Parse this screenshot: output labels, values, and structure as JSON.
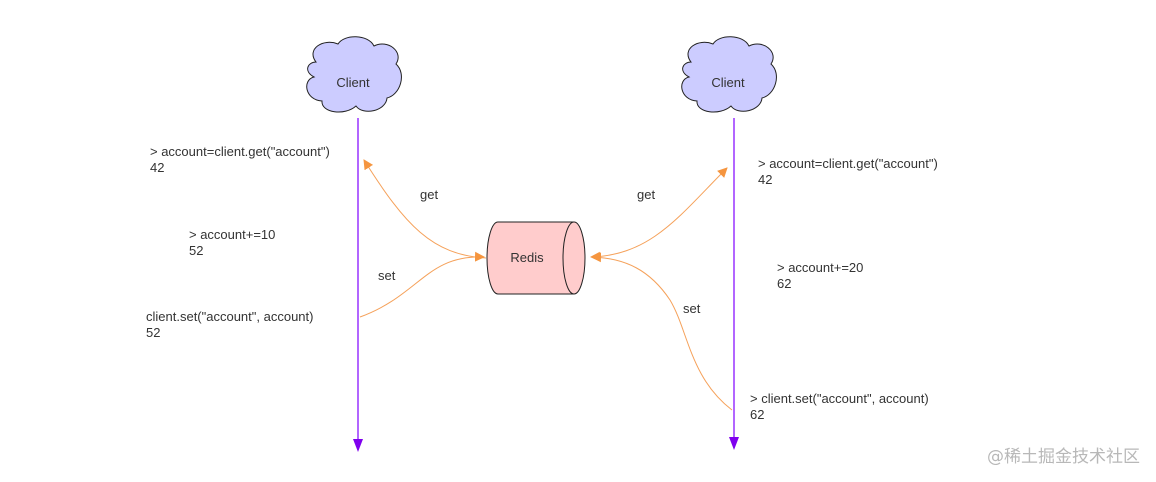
{
  "nodes": {
    "client_left": "Client",
    "client_right": "Client",
    "redis": "Redis"
  },
  "edges": {
    "left_get": "get",
    "left_set": "set",
    "right_get": "get",
    "right_set": "set"
  },
  "left_steps": [
    {
      "cmd": "> account=client.get(\"account\")",
      "result": "42"
    },
    {
      "cmd": "> account+=10",
      "result": "52"
    },
    {
      "cmd": "client.set(\"account\", account)",
      "result": "52"
    }
  ],
  "right_steps": [
    {
      "cmd": "> account=client.get(\"account\")",
      "result": "42"
    },
    {
      "cmd": "> account+=20",
      "result": "62"
    },
    {
      "cmd": "> client.set(\"account\", account)",
      "result": "62"
    }
  ],
  "watermark": "@稀土掘金技术社区",
  "colors": {
    "cloud_fill": "#ccccff",
    "redis_fill": "#ffcccc",
    "timeline": "#9933ff",
    "timeline_arrow": "#7f00ee",
    "edge": "#f5a15a"
  }
}
